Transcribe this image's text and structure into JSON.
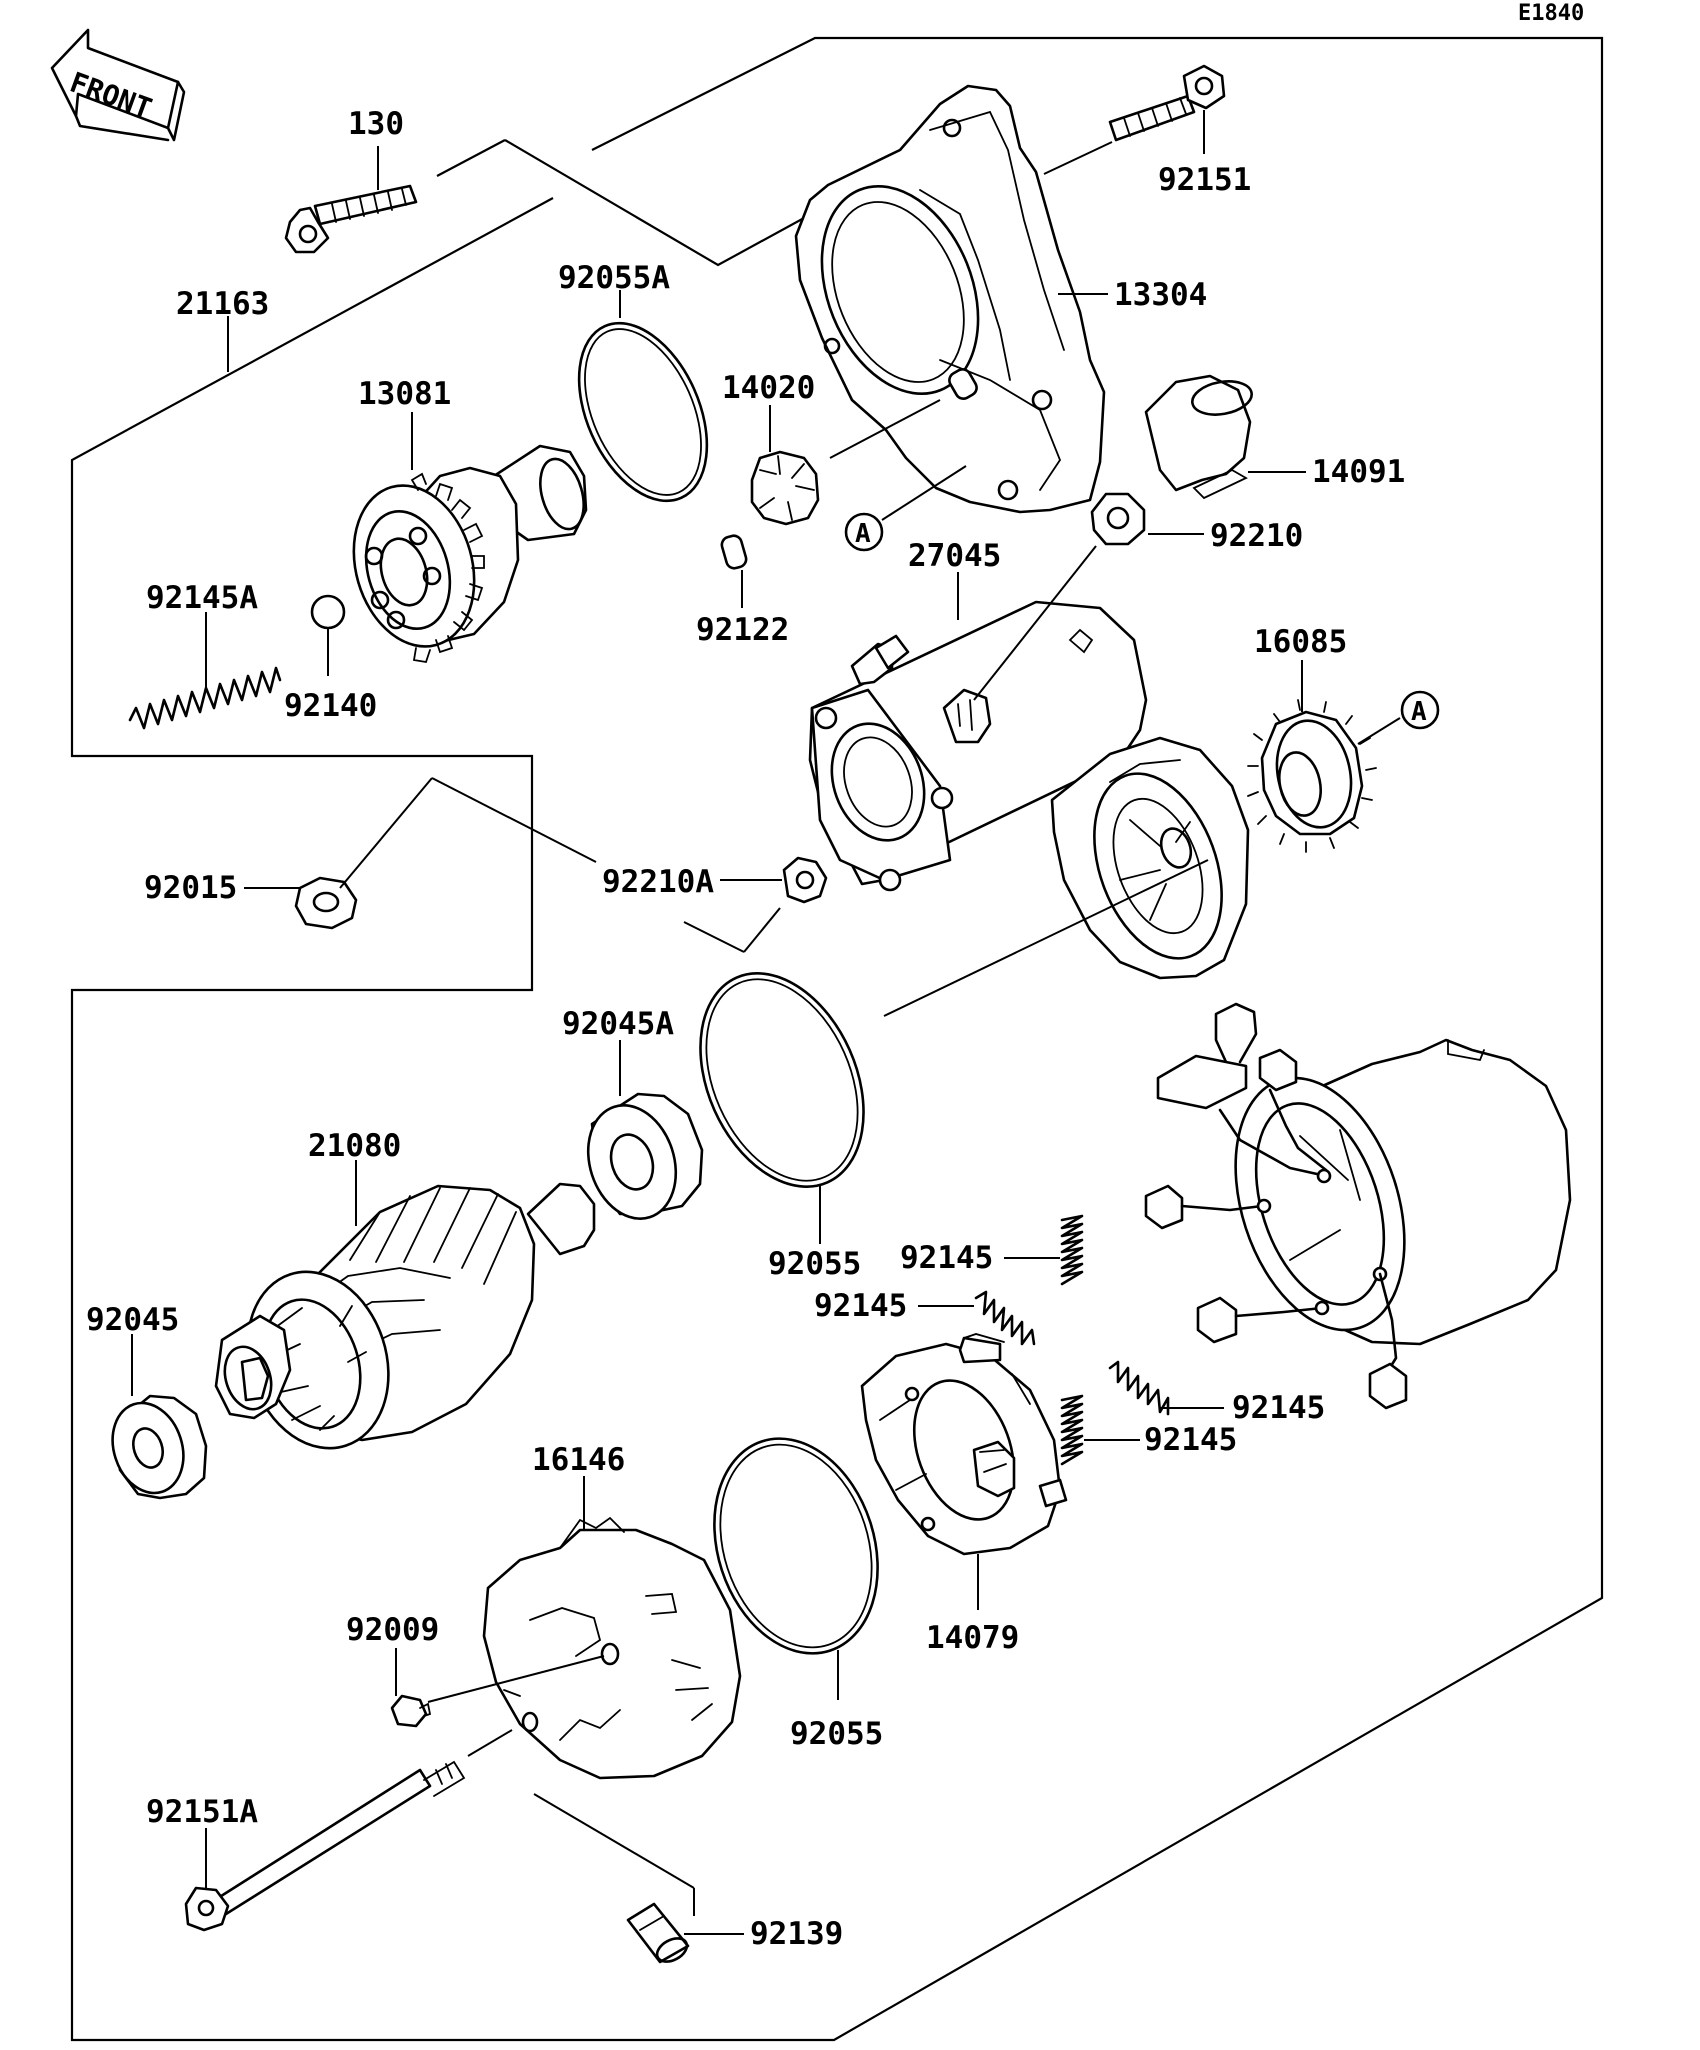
{
  "diagram_code": "E1840",
  "front_label": "FRONT",
  "ref_marker": "A",
  "labels": {
    "p130": "130",
    "p92151": "92151",
    "p21163": "21163",
    "p92055A": "92055A",
    "p13304": "13304",
    "p13081": "13081",
    "p14020": "14020",
    "p14091": "14091",
    "p92210": "92210",
    "p27045": "27045",
    "p92145A": "92145A",
    "p92122": "92122",
    "p92140": "92140",
    "p16085": "16085",
    "p92015": "92015",
    "p92210A": "92210A",
    "p92045A": "92045A",
    "p21080": "21080",
    "p92055_upper": "92055",
    "p92145_a": "92145",
    "p92145_b": "92145",
    "p92045": "92045",
    "p92145_c": "92145",
    "p92145_d": "92145",
    "p16146": "16146",
    "p14079": "14079",
    "p92009": "92009",
    "p92055_lower": "92055",
    "p92151A": "92151A",
    "p92139": "92139"
  }
}
